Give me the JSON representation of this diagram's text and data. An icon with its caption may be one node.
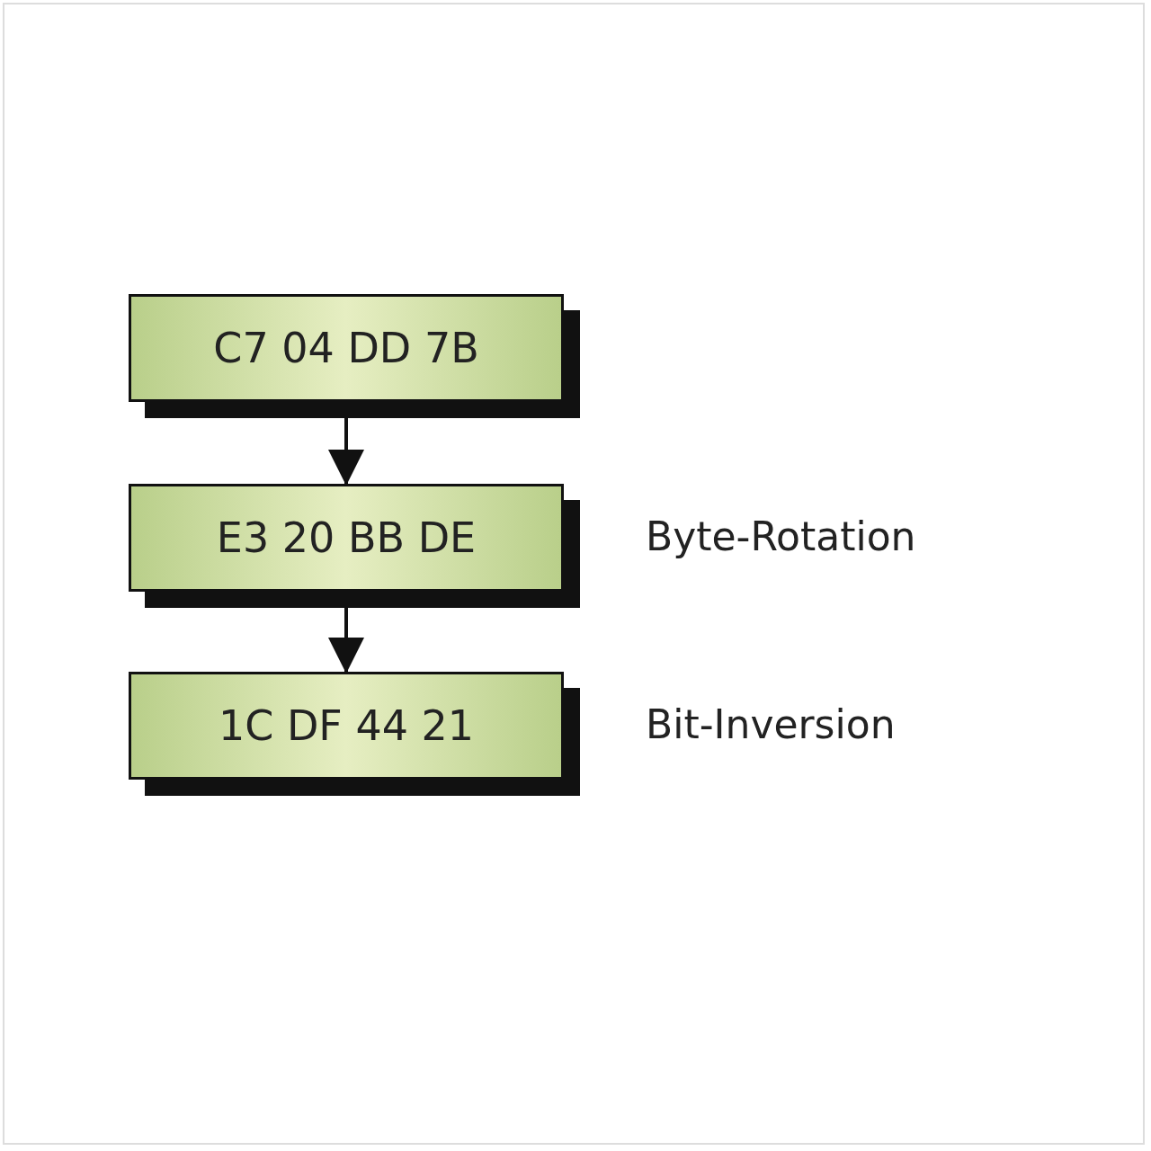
{
  "diagram": {
    "nodes": [
      {
        "text": [
          "C7 04 DD 7B"
        ]
      },
      {
        "text": [
          "E3 20 BB DE"
        ],
        "beside": [
          "Byte-Rotation"
        ]
      },
      {
        "text": [
          "1C DF 44 21"
        ],
        "beside": [
          "Bit-Inversion"
        ]
      }
    ],
    "edges": [
      {
        "from": 0,
        "to": 1,
        "arrow": "to"
      },
      {
        "from": 1,
        "to": 2,
        "arrow": "to"
      }
    ]
  }
}
